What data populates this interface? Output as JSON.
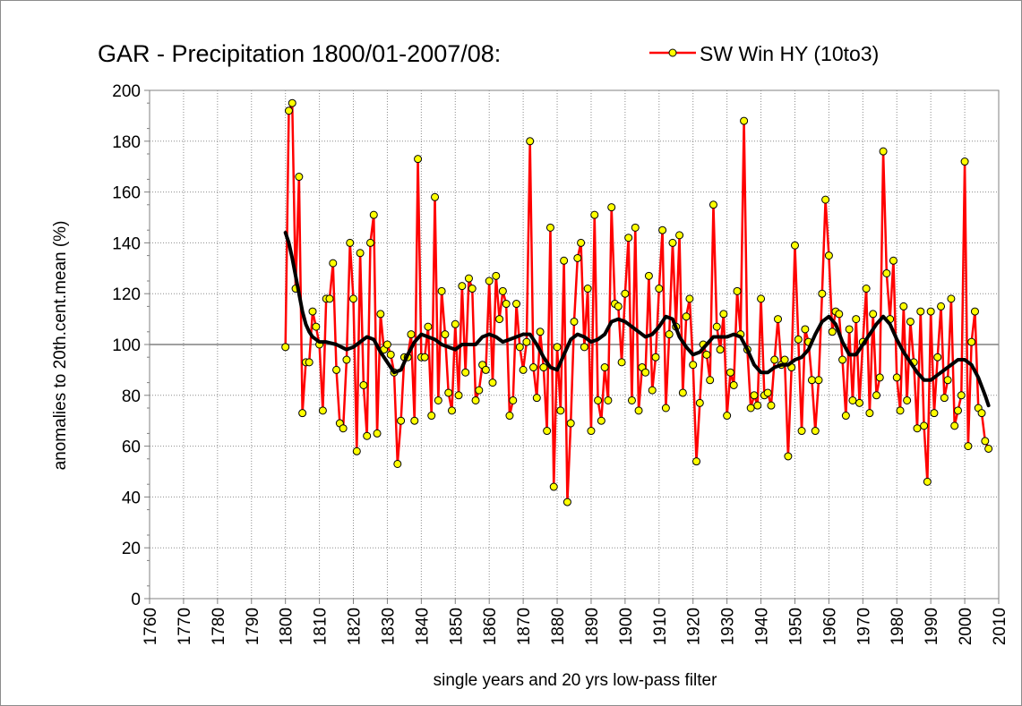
{
  "chart_data": {
    "type": "line",
    "title": "GAR - Precipitation 1800/01-2007/08:",
    "xlabel": "single years and 20 yrs low-pass filter",
    "ylabel": "anomalies to 20th.cent.mean (%)",
    "xlim": [
      1760,
      2010
    ],
    "ylim": [
      0,
      200
    ],
    "x_ticks": [
      1760,
      1770,
      1780,
      1790,
      1800,
      1810,
      1820,
      1830,
      1840,
      1850,
      1860,
      1870,
      1880,
      1890,
      1900,
      1910,
      1920,
      1930,
      1940,
      1950,
      1960,
      1970,
      1980,
      1990,
      2000,
      2010
    ],
    "y_ticks": [
      0,
      20,
      40,
      60,
      80,
      100,
      120,
      140,
      160,
      180,
      200
    ],
    "grid": true,
    "legend_position": "top-right",
    "series": [
      {
        "name": "SW Win HY (10to3)",
        "color": "#ff0000",
        "marker_color": "#ffff00",
        "x": [
          1800,
          1801,
          1802,
          1803,
          1804,
          1805,
          1806,
          1807,
          1808,
          1809,
          1810,
          1811,
          1812,
          1813,
          1814,
          1815,
          1816,
          1817,
          1818,
          1819,
          1820,
          1821,
          1822,
          1823,
          1824,
          1825,
          1826,
          1827,
          1828,
          1829,
          1830,
          1831,
          1832,
          1833,
          1834,
          1835,
          1836,
          1837,
          1838,
          1839,
          1840,
          1841,
          1842,
          1843,
          1844,
          1845,
          1846,
          1847,
          1848,
          1849,
          1850,
          1851,
          1852,
          1853,
          1854,
          1855,
          1856,
          1857,
          1858,
          1859,
          1860,
          1861,
          1862,
          1863,
          1864,
          1865,
          1866,
          1867,
          1868,
          1869,
          1870,
          1871,
          1872,
          1873,
          1874,
          1875,
          1876,
          1877,
          1878,
          1879,
          1880,
          1881,
          1882,
          1883,
          1884,
          1885,
          1886,
          1887,
          1888,
          1889,
          1890,
          1891,
          1892,
          1893,
          1894,
          1895,
          1896,
          1897,
          1898,
          1899,
          1900,
          1901,
          1902,
          1903,
          1904,
          1905,
          1906,
          1907,
          1908,
          1909,
          1910,
          1911,
          1912,
          1913,
          1914,
          1915,
          1916,
          1917,
          1918,
          1919,
          1920,
          1921,
          1922,
          1923,
          1924,
          1925,
          1926,
          1927,
          1928,
          1929,
          1930,
          1931,
          1932,
          1933,
          1934,
          1935,
          1936,
          1937,
          1938,
          1939,
          1940,
          1941,
          1942,
          1943,
          1944,
          1945,
          1946,
          1947,
          1948,
          1949,
          1950,
          1951,
          1952,
          1953,
          1954,
          1955,
          1956,
          1957,
          1958,
          1959,
          1960,
          1961,
          1962,
          1963,
          1964,
          1965,
          1966,
          1967,
          1968,
          1969,
          1970,
          1971,
          1972,
          1973,
          1974,
          1975,
          1976,
          1977,
          1978,
          1979,
          1980,
          1981,
          1982,
          1983,
          1984,
          1985,
          1986,
          1987,
          1988,
          1989,
          1990,
          1991,
          1992,
          1993,
          1994,
          1995,
          1996,
          1997,
          1998,
          1999,
          2000,
          2001,
          2002,
          2003,
          2004,
          2005,
          2006,
          2007
        ],
        "values": [
          99,
          192,
          195,
          122,
          166,
          73,
          93,
          93,
          113,
          107,
          100,
          74,
          118,
          118,
          132,
          90,
          69,
          67,
          94,
          140,
          118,
          58,
          136,
          84,
          64,
          140,
          151,
          65,
          112,
          98,
          100,
          96,
          89,
          53,
          70,
          95,
          95,
          104,
          70,
          173,
          95,
          95,
          107,
          72,
          158,
          78,
          121,
          104,
          81,
          74,
          108,
          80,
          123,
          89,
          126,
          122,
          78,
          82,
          92,
          90,
          125,
          85,
          127,
          110,
          121,
          116,
          72,
          78,
          116,
          99,
          90,
          101,
          180,
          91,
          79,
          105,
          91,
          66,
          146,
          44,
          99,
          74,
          133,
          38,
          69,
          109,
          134,
          140,
          99,
          122,
          66,
          151,
          78,
          70,
          91,
          78,
          154,
          116,
          115,
          93,
          120,
          142,
          78,
          146,
          74,
          91,
          89,
          127,
          82,
          95,
          122,
          145,
          75,
          104,
          140,
          107,
          143,
          81,
          111,
          118,
          92,
          54,
          77,
          100,
          96,
          86,
          155,
          107,
          98,
          112,
          72,
          89,
          84,
          121,
          104,
          188,
          98,
          75,
          80,
          76,
          118,
          80,
          81,
          76,
          94,
          110,
          92,
          94,
          56,
          91,
          139,
          102,
          66,
          106,
          101,
          86,
          66,
          86,
          120,
          157,
          135,
          105,
          113,
          112,
          94,
          72,
          106,
          78,
          110,
          77,
          101,
          122,
          73,
          112,
          80,
          87,
          176,
          128,
          110,
          133,
          87,
          74,
          115,
          78,
          109,
          93,
          67,
          113,
          68,
          46,
          113,
          73,
          95,
          115,
          79,
          86,
          118,
          68,
          74,
          80,
          172,
          60,
          101,
          113,
          75,
          73,
          62,
          59
        ]
      },
      {
        "name": "",
        "color": "#000000",
        "x": [
          1800,
          1801,
          1802,
          1803,
          1804,
          1805,
          1806,
          1807,
          1808,
          1809,
          1810,
          1812,
          1815,
          1818,
          1820,
          1822,
          1824,
          1826,
          1828,
          1830,
          1832,
          1834,
          1836,
          1838,
          1840,
          1842,
          1844,
          1846,
          1848,
          1850,
          1852,
          1854,
          1856,
          1858,
          1860,
          1862,
          1864,
          1866,
          1868,
          1870,
          1872,
          1874,
          1876,
          1878,
          1880,
          1882,
          1884,
          1886,
          1888,
          1890,
          1892,
          1894,
          1896,
          1898,
          1900,
          1902,
          1904,
          1906,
          1908,
          1910,
          1912,
          1914,
          1916,
          1918,
          1920,
          1922,
          1924,
          1926,
          1928,
          1930,
          1932,
          1934,
          1936,
          1938,
          1940,
          1942,
          1944,
          1946,
          1948,
          1950,
          1952,
          1954,
          1956,
          1958,
          1960,
          1962,
          1964,
          1966,
          1968,
          1970,
          1972,
          1974,
          1976,
          1978,
          1980,
          1982,
          1984,
          1986,
          1988,
          1990,
          1992,
          1994,
          1996,
          1998,
          2000,
          2002,
          2004,
          2006,
          2007
        ],
        "values": [
          144,
          140,
          134,
          127,
          120,
          113,
          108,
          105,
          103,
          102,
          101,
          101,
          100,
          98,
          99,
          101,
          103,
          102,
          97,
          93,
          89,
          90,
          96,
          101,
          104,
          103,
          102,
          100,
          99,
          98,
          100,
          100,
          100,
          103,
          104,
          103,
          101,
          102,
          103,
          104,
          104,
          100,
          95,
          91,
          90,
          96,
          102,
          104,
          103,
          101,
          102,
          104,
          109,
          110,
          109,
          107,
          105,
          103,
          104,
          107,
          111,
          110,
          103,
          99,
          96,
          97,
          100,
          103,
          103,
          103,
          104,
          103,
          98,
          92,
          89,
          89,
          91,
          92,
          92,
          94,
          95,
          98,
          104,
          109,
          111,
          108,
          101,
          96,
          96,
          100,
          104,
          108,
          111,
          108,
          102,
          97,
          93,
          89,
          86,
          86,
          88,
          90,
          92,
          94,
          94,
          92,
          87,
          80,
          76
        ]
      }
    ]
  }
}
